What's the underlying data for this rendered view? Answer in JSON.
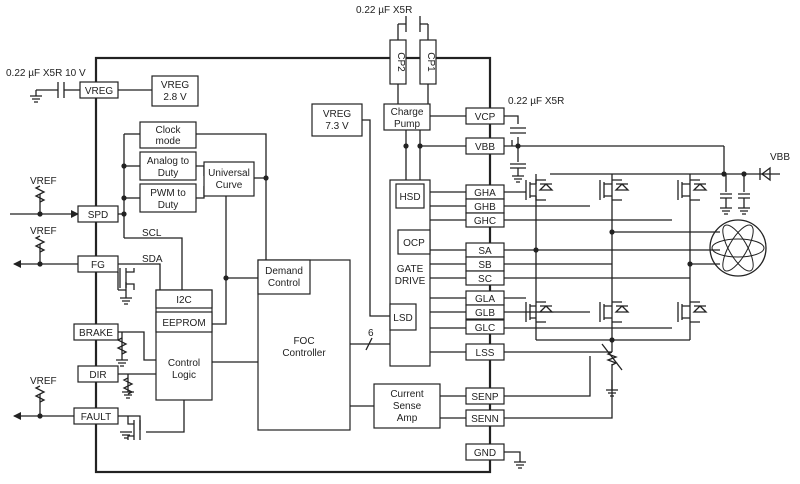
{
  "caps": {
    "vreg_cap": "0.22 µF X5R 10 V",
    "cp_cap": "0.22 µF X5R",
    "vcp_cap": "0.22 µF X5R"
  },
  "pins": {
    "vreg": "VREG",
    "spd": "SPD",
    "fg": "FG",
    "brake": "BRAKE",
    "dir": "DIR",
    "fault": "FAULT",
    "cp2": "CP2",
    "cp1": "CP1",
    "vcp": "VCP",
    "vbb": "VBB",
    "gha": "GHA",
    "ghb": "GHB",
    "ghc": "GHC",
    "sa": "SA",
    "sb": "SB",
    "sc": "SC",
    "gla": "GLA",
    "glb": "GLB",
    "glc": "GLC",
    "lss": "LSS",
    "senp": "SENP",
    "senn": "SENN",
    "gnd": "GND"
  },
  "blocks": {
    "vreg28": [
      "VREG",
      "2.8 V"
    ],
    "vreg73": [
      "VREG",
      "7.3 V"
    ],
    "clock": [
      "Clock",
      "mode"
    ],
    "analog": [
      "Analog to",
      "Duty"
    ],
    "pwm": [
      "PWM to",
      "Duty"
    ],
    "universal": [
      "Universal",
      "Curve"
    ],
    "demand": [
      "Demand",
      "Control"
    ],
    "i2c": "I2C",
    "eeprom": "EEPROM",
    "control": [
      "Control",
      "Logic"
    ],
    "foc": [
      "FOC",
      "Controller"
    ],
    "charge": [
      "Charge",
      "Pump"
    ],
    "hsd": "HSD",
    "ocp": "OCP",
    "gate": [
      "GATE",
      "DRIVE"
    ],
    "lsd": "LSD",
    "current": [
      "Current",
      "Sense",
      "Amp"
    ]
  },
  "labels": {
    "vref": "VREF",
    "scl": "SCL",
    "sda": "SDA",
    "bus_width": "6",
    "vbb_supply": "VBB"
  }
}
